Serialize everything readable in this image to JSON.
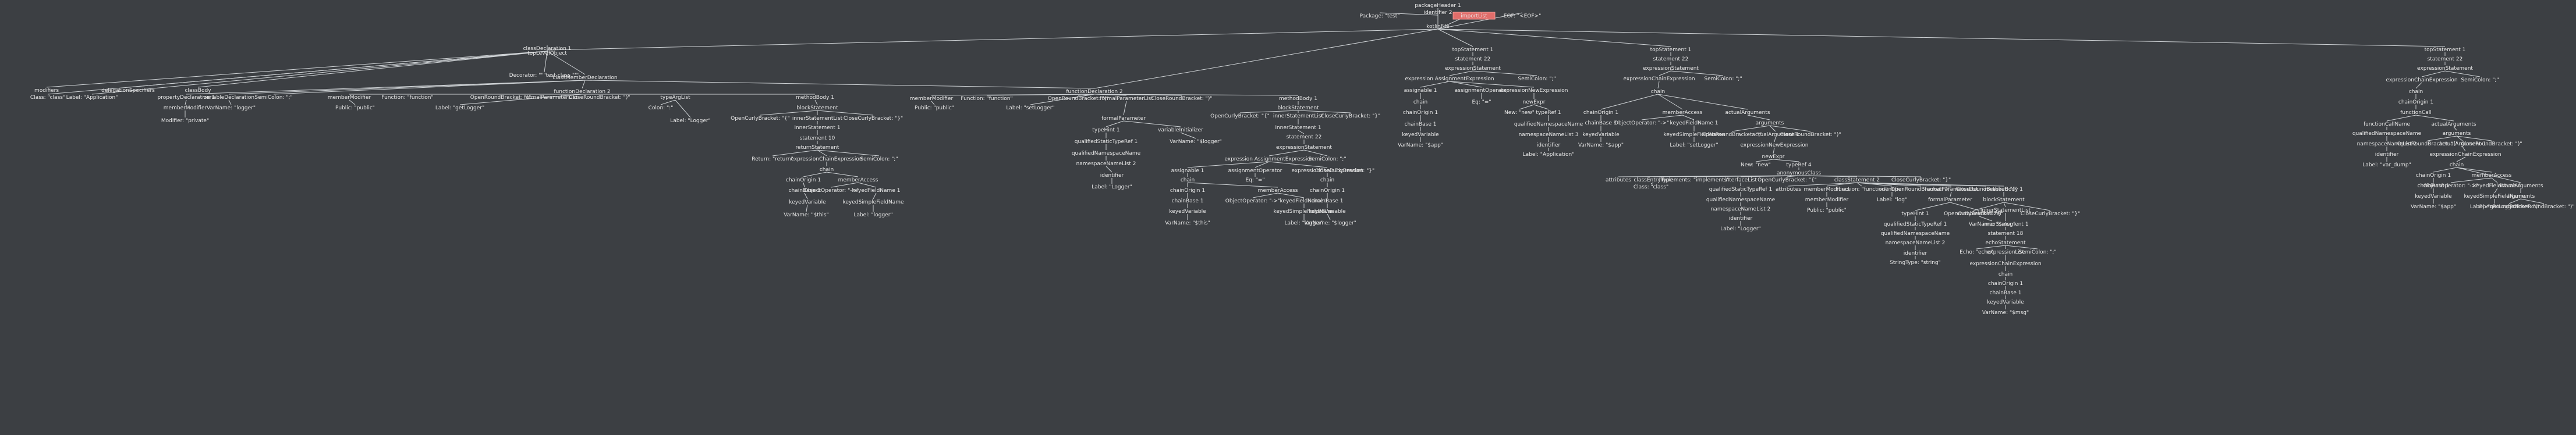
{
  "diagram": {
    "nodes": [
      {
        "id": "n0",
        "label": "kotlinFile",
        "c": [
          "n1",
          "n2",
          "n3"
        ]
      },
      {
        "id": "n1",
        "label": "packageHeader 1",
        "c": [
          "n1a"
        ]
      },
      {
        "id": "n1a",
        "label": "identifier 2",
        "c": [
          "n1b"
        ]
      },
      {
        "id": "n1b",
        "label": "Package: \"test\""
      },
      {
        "id": "n2",
        "label": "importList",
        "hl": true
      },
      {
        "id": "n3",
        "label": "EOF: \"<EOF>\""
      },
      {
        "id": "e0",
        "label": "topLevelObject"
      },
      {
        "id": "e1",
        "label": "classDeclaration 1"
      },
      {
        "id": "e2",
        "label": "modifiers"
      },
      {
        "id": "e3",
        "label": "Class: \"class\""
      },
      {
        "id": "e4",
        "label": "Label: \"Application\""
      },
      {
        "id": "e5",
        "label": "delegationSpecifiers"
      },
      {
        "id": "e6",
        "label": "classBody"
      },
      {
        "id": "e7",
        "label": "Decorator: \"\"\"test class \"\"\""
      },
      {
        "id": "e8",
        "label": "classMemberDeclaration"
      },
      {
        "id": "e9",
        "label": "propertyDeclaration 1"
      },
      {
        "id": "e10",
        "label": "memberModifier"
      },
      {
        "id": "e11",
        "label": "Modifier: \"private\""
      },
      {
        "id": "e12",
        "label": "variableDeclaration"
      },
      {
        "id": "e13",
        "label": "VarName: \"logger\""
      },
      {
        "id": "e14",
        "label": "SemiColon: \";\""
      },
      {
        "id": "e15",
        "label": "functionDeclaration 2"
      },
      {
        "id": "e16",
        "label": "memberModifier"
      },
      {
        "id": "e17",
        "label": "Public: \"public\""
      },
      {
        "id": "e18",
        "label": "Function: \"function\""
      },
      {
        "id": "e19",
        "label": "Label: \"getLogger\""
      },
      {
        "id": "e20",
        "label": "OpenRoundBracket: \"(\""
      },
      {
        "id": "e21",
        "label": "formalParameterList"
      },
      {
        "id": "e22",
        "label": "CloseRoundBracket: \")\""
      },
      {
        "id": "e23",
        "label": "typeArgList"
      },
      {
        "id": "e24",
        "label": "Colon: \":\""
      },
      {
        "id": "e25",
        "label": "Label: \"Logger\""
      },
      {
        "id": "e26",
        "label": "methodBody 1"
      },
      {
        "id": "e27",
        "label": "blockStatement"
      },
      {
        "id": "e28",
        "label": "OpenCurlyBracket: \"{\""
      },
      {
        "id": "e29",
        "label": "innerStatementList"
      },
      {
        "id": "e30",
        "label": "CloseCurlyBracket: \"}\""
      },
      {
        "id": "e31",
        "label": "innerStatement 1"
      },
      {
        "id": "e32",
        "label": "statement 10"
      },
      {
        "id": "e33",
        "label": "returnStatement"
      },
      {
        "id": "e34",
        "label": "Return: \"return\""
      },
      {
        "id": "e35",
        "label": "expressionChainExpression"
      },
      {
        "id": "e36",
        "label": "SemiColon: \";\""
      },
      {
        "id": "e37",
        "label": "chain"
      },
      {
        "id": "e38",
        "label": "chainOrigin 1"
      },
      {
        "id": "e39",
        "label": "memberAccess"
      },
      {
        "id": "e40",
        "label": "chainBase 1"
      },
      {
        "id": "e41",
        "label": "keyedVariable"
      },
      {
        "id": "e42",
        "label": "VarName: \"$this\""
      },
      {
        "id": "e43",
        "label": "ObjectOperator: \"->\""
      },
      {
        "id": "e44",
        "label": "keyedFieldName 1"
      },
      {
        "id": "e45",
        "label": "keyedSimpleFieldName"
      },
      {
        "id": "e46",
        "label": "Label: \"logger\""
      },
      {
        "id": "f0",
        "label": "functionDeclaration 2"
      },
      {
        "id": "f1",
        "label": "memberModifier"
      },
      {
        "id": "f2",
        "label": "Public: \"public\""
      },
      {
        "id": "f3",
        "label": "Function: \"function\""
      },
      {
        "id": "f4",
        "label": "Label: \"setLogger\""
      },
      {
        "id": "f5",
        "label": "OpenRoundBracket: \"(\""
      },
      {
        "id": "f6",
        "label": "formalParameterList"
      },
      {
        "id": "f7",
        "label": "CloseRoundBracket: \")\""
      },
      {
        "id": "f8",
        "label": "formalParameter"
      },
      {
        "id": "f9",
        "label": "typeHint 1"
      },
      {
        "id": "f10",
        "label": "variableInitializer"
      },
      {
        "id": "f11",
        "label": "VarName: \"$logger\""
      },
      {
        "id": "f12",
        "label": "qualifiedStaticTypeRef 1"
      },
      {
        "id": "f13",
        "label": "qualifiedNamespaceName"
      },
      {
        "id": "f14",
        "label": "namespaceNameList 2"
      },
      {
        "id": "f15",
        "label": "identifier"
      },
      {
        "id": "f16",
        "label": "Label: \"Logger\""
      },
      {
        "id": "f17",
        "label": "methodBody 1"
      },
      {
        "id": "f18",
        "label": "blockStatement"
      },
      {
        "id": "f19",
        "label": "OpenCurlyBracket: \"{\""
      },
      {
        "id": "f20",
        "label": "innerStatementList"
      },
      {
        "id": "f21",
        "label": "CloseCurlyBracket: \"}\""
      },
      {
        "id": "f22",
        "label": "innerStatement 1"
      },
      {
        "id": "f23",
        "label": "statement 22"
      },
      {
        "id": "f24",
        "label": "expressionStatement"
      },
      {
        "id": "f25",
        "label": "expression AssignmentExpression"
      },
      {
        "id": "f26",
        "label": "SemiColon: \";\""
      },
      {
        "id": "f27",
        "label": "assignable 1"
      },
      {
        "id": "f28",
        "label": "assignmentOperator"
      },
      {
        "id": "f29",
        "label": "expressionChainExpression"
      },
      {
        "id": "f30",
        "label": "chain"
      },
      {
        "id": "f31",
        "label": "Eq: \"=\""
      },
      {
        "id": "f32",
        "label": "chain"
      },
      {
        "id": "f33",
        "label": "chainOrigin 1"
      },
      {
        "id": "f34",
        "label": "memberAccess"
      },
      {
        "id": "f35",
        "label": "chainBase 1"
      },
      {
        "id": "f36",
        "label": "ObjectOperator: \"->\""
      },
      {
        "id": "f37",
        "label": "keyedFieldName 1"
      },
      {
        "id": "f38",
        "label": "keyedVariable"
      },
      {
        "id": "f39",
        "label": "keyedSimpleFieldName"
      },
      {
        "id": "f40",
        "label": "VarName: \"$this\""
      },
      {
        "id": "f41",
        "label": "Label: \"logger\""
      },
      {
        "id": "f42",
        "label": "chainOrigin 1"
      },
      {
        "id": "f43",
        "label": "chainBase 1"
      },
      {
        "id": "f44",
        "label": "keyedVariable"
      },
      {
        "id": "f45",
        "label": "VarName: \"$logger\""
      },
      {
        "id": "f46",
        "label": "CloseCurlyBracket: \"}\""
      },
      {
        "id": "g0",
        "label": "topStatement 1"
      },
      {
        "id": "g1",
        "label": "statement 22"
      },
      {
        "id": "g2",
        "label": "expressionStatement"
      },
      {
        "id": "g3",
        "label": "expression AssignmentExpression"
      },
      {
        "id": "g4",
        "label": "SemiColon: \";\""
      },
      {
        "id": "g5",
        "label": "assignable 1"
      },
      {
        "id": "g6",
        "label": "assignmentOperator"
      },
      {
        "id": "g7",
        "label": "expressionNewExpression"
      },
      {
        "id": "g8",
        "label": "chain"
      },
      {
        "id": "g9",
        "label": "Eq: \"=\""
      },
      {
        "id": "g10",
        "label": "newExpr"
      },
      {
        "id": "g11",
        "label": "chainOrigin 1"
      },
      {
        "id": "g12",
        "label": "New: \"new\""
      },
      {
        "id": "g13",
        "label": "typeRef 1"
      },
      {
        "id": "g14",
        "label": "chainBase 1"
      },
      {
        "id": "g15",
        "label": "qualifiedNamespaceName"
      },
      {
        "id": "g16",
        "label": "keyedVariable"
      },
      {
        "id": "g17",
        "label": "namespaceNameList 3"
      },
      {
        "id": "g18",
        "label": "VarName: \"$app\""
      },
      {
        "id": "g19",
        "label": "identifier"
      },
      {
        "id": "g20",
        "label": "Label: \"Application\""
      },
      {
        "id": "h0",
        "label": "topStatement 1"
      },
      {
        "id": "h1",
        "label": "statement 22"
      },
      {
        "id": "h2",
        "label": "expressionStatement"
      },
      {
        "id": "h3",
        "label": "expressionChainExpression"
      },
      {
        "id": "h4",
        "label": "SemiColon: \";\""
      },
      {
        "id": "h5",
        "label": "chain"
      },
      {
        "id": "h6",
        "label": "chainOrigin 1"
      },
      {
        "id": "h7",
        "label": "memberAccess"
      },
      {
        "id": "h8",
        "label": "actualArguments"
      },
      {
        "id": "h9",
        "label": "chainBase 1"
      },
      {
        "id": "h10",
        "label": "ObjectOperator: \"->\""
      },
      {
        "id": "h11",
        "label": "keyedFieldName 1"
      },
      {
        "id": "h12",
        "label": "arguments"
      },
      {
        "id": "h13",
        "label": "keyedVariable"
      },
      {
        "id": "h14",
        "label": "keyedSimpleFieldName"
      },
      {
        "id": "h15",
        "label": "OpenRoundBracket: \"(\""
      },
      {
        "id": "h16",
        "label": "actualArgument 1"
      },
      {
        "id": "h17",
        "label": "CloseRoundBracket: \")\""
      },
      {
        "id": "h18",
        "label": "VarName: \"$app\""
      },
      {
        "id": "h19",
        "label": "Label: \"setLogger\""
      },
      {
        "id": "h20",
        "label": "expressionNewExpression"
      },
      {
        "id": "h21",
        "label": "newExpr"
      },
      {
        "id": "h22",
        "label": "New: \"new\""
      },
      {
        "id": "h23",
        "label": "typeRef 4"
      },
      {
        "id": "h24",
        "label": "anonymousClass"
      },
      {
        "id": "h25",
        "label": "attributes"
      },
      {
        "id": "h26",
        "label": "classEntryType"
      },
      {
        "id": "h27",
        "label": "Class: \"class\""
      },
      {
        "id": "h28",
        "label": "Implements: \"implements\""
      },
      {
        "id": "h29",
        "label": "interfaceList"
      },
      {
        "id": "h30",
        "label": "OpenCurlyBracket: \"{\""
      },
      {
        "id": "h31",
        "label": "classStatement 2"
      },
      {
        "id": "h32",
        "label": "CloseCurlyBracket: \"}\""
      },
      {
        "id": "h33",
        "label": "qualifiedStaticTypeRef 1"
      },
      {
        "id": "h34",
        "label": "qualifiedNamespaceName"
      },
      {
        "id": "h35",
        "label": "namespaceNameList 2"
      },
      {
        "id": "h36",
        "label": "identifier"
      },
      {
        "id": "h37",
        "label": "Label: \"Logger\""
      },
      {
        "id": "h38",
        "label": "attributes"
      },
      {
        "id": "h39",
        "label": "memberModifiers"
      },
      {
        "id": "h40",
        "label": "Function: \"function\""
      },
      {
        "id": "h41",
        "label": "identifier"
      },
      {
        "id": "h42",
        "label": "OpenRoundBracket: \"(\""
      },
      {
        "id": "h43",
        "label": "formalParameterList"
      },
      {
        "id": "h44",
        "label": "CloseRoundBracket: \")\""
      },
      {
        "id": "h45",
        "label": "methodBody 1"
      },
      {
        "id": "h46",
        "label": "memberModifier"
      },
      {
        "id": "h47",
        "label": "Label: \"log\""
      },
      {
        "id": "h48",
        "label": "formalParameter"
      },
      {
        "id": "h49",
        "label": "blockStatement"
      },
      {
        "id": "h50",
        "label": "Public: \"public\""
      },
      {
        "id": "h51",
        "label": "typeHint 1"
      },
      {
        "id": "h52",
        "label": "variableInitializer"
      },
      {
        "id": "h53",
        "label": "OpenCurlyBracket: \"{\""
      },
      {
        "id": "h54",
        "label": "innerStatementList"
      },
      {
        "id": "h55",
        "label": "CloseCurlyBracket: \"}\""
      },
      {
        "id": "h56",
        "label": "qualifiedStaticTypeRef 1"
      },
      {
        "id": "h57",
        "label": "VarName: \"$msg\""
      },
      {
        "id": "h58",
        "label": "innerStatement 1"
      },
      {
        "id": "h59",
        "label": "qualifiedNamespaceName"
      },
      {
        "id": "h60",
        "label": "statement 18"
      },
      {
        "id": "h61",
        "label": "namespaceNameList 2"
      },
      {
        "id": "h62",
        "label": "echoStatement"
      },
      {
        "id": "h63",
        "label": "identifier"
      },
      {
        "id": "h64",
        "label": "Echo: \"echo\""
      },
      {
        "id": "h65",
        "label": "expressionList"
      },
      {
        "id": "h66",
        "label": "SemiColon: \";\""
      },
      {
        "id": "h67",
        "label": "StringType: \"string\""
      },
      {
        "id": "h68",
        "label": "expressionChainExpression"
      },
      {
        "id": "h69",
        "label": "chain"
      },
      {
        "id": "h70",
        "label": "chainOrigin 1"
      },
      {
        "id": "h71",
        "label": "chainBase 1"
      },
      {
        "id": "h72",
        "label": "keyedVariable"
      },
      {
        "id": "h73",
        "label": "VarName: \"$msg\""
      },
      {
        "id": "i0",
        "label": "topStatement 1"
      },
      {
        "id": "i1",
        "label": "statement 22"
      },
      {
        "id": "i2",
        "label": "expressionStatement"
      },
      {
        "id": "i3",
        "label": "expressionChainExpression"
      },
      {
        "id": "i4",
        "label": "SemiColon: \";\""
      },
      {
        "id": "i5",
        "label": "chain"
      },
      {
        "id": "i6",
        "label": "chainOrigin 1"
      },
      {
        "id": "i7",
        "label": "functionCall"
      },
      {
        "id": "i8",
        "label": "functionCallName"
      },
      {
        "id": "i9",
        "label": "actualArguments"
      },
      {
        "id": "i10",
        "label": "qualifiedNamespaceName"
      },
      {
        "id": "i11",
        "label": "arguments"
      },
      {
        "id": "i12",
        "label": "namespaceNameList 2"
      },
      {
        "id": "i13",
        "label": "OpenRoundBracket: \"(\""
      },
      {
        "id": "i14",
        "label": "actualArgument 1"
      },
      {
        "id": "i15",
        "label": "CloseRoundBracket: \")\""
      },
      {
        "id": "i16",
        "label": "identifier"
      },
      {
        "id": "i17",
        "label": "expressionChainExpression"
      },
      {
        "id": "i18",
        "label": "Label: \"var_dump\""
      },
      {
        "id": "i19",
        "label": "chain"
      },
      {
        "id": "i20",
        "label": "chainOrigin 1"
      },
      {
        "id": "i21",
        "label": "memberAccess"
      },
      {
        "id": "i22",
        "label": "chainBase 1"
      },
      {
        "id": "i23",
        "label": "ObjectOperator: \"->\""
      },
      {
        "id": "i24",
        "label": "keyedFieldName 1"
      },
      {
        "id": "i25",
        "label": "actualArguments"
      },
      {
        "id": "i26",
        "label": "keyedVariable"
      },
      {
        "id": "i27",
        "label": "keyedSimpleFieldName"
      },
      {
        "id": "i28",
        "label": "arguments"
      },
      {
        "id": "i29",
        "label": "VarName: \"$app\""
      },
      {
        "id": "i30",
        "label": "Label: \"getLogger\""
      },
      {
        "id": "i31",
        "label": "OpenRoundBracket: \"(\""
      },
      {
        "id": "i32",
        "label": "CloseRoundBracket: \")\""
      }
    ]
  }
}
